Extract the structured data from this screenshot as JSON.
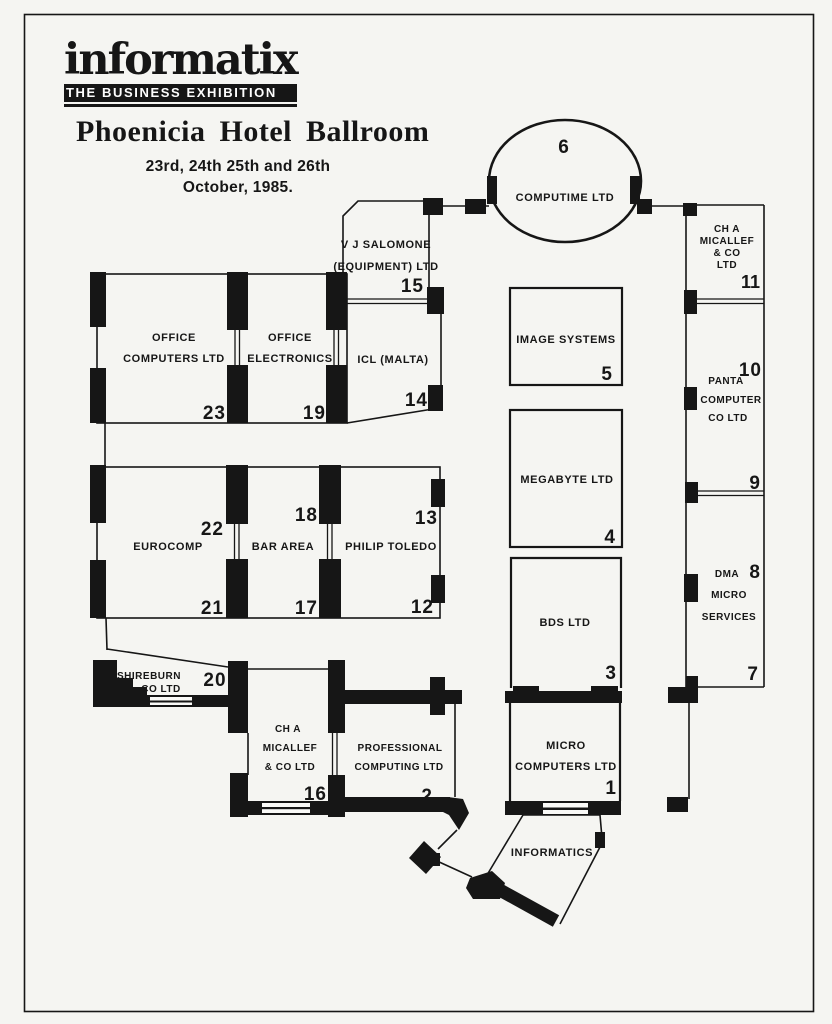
{
  "header": {
    "logo": "informatix",
    "banner": "THE BUSINESS EXHIBITION",
    "title": "Phoenicia Hotel Ballroom",
    "dates1": "23rd, 24th 25th and 26th",
    "dates2": "October, 1985."
  },
  "colors": {
    "ink": "#161616",
    "paper": "#f5f5f2"
  },
  "booths": {
    "computime": {
      "name": "COMPUTIME LTD",
      "num": "6"
    },
    "salomone": {
      "name1": "V J SALOMONE",
      "name2": "(EQUIPMENT) LTD",
      "num": "15"
    },
    "office_computers": {
      "name1": "OFFICE",
      "name2": "COMPUTERS LTD",
      "num": "23"
    },
    "office_electronics": {
      "name1": "OFFICE",
      "name2": "ELECTRONICS",
      "num": "19"
    },
    "icl_malta": {
      "name": "ICL (MALTA)",
      "num": "14"
    },
    "image_systems": {
      "name": "IMAGE SYSTEMS",
      "num": "5"
    },
    "megabyte": {
      "name": "MEGABYTE LTD",
      "num": "4"
    },
    "bds": {
      "name": "BDS LTD",
      "num": "3"
    },
    "micro_computers": {
      "name1": "MICRO",
      "name2": "COMPUTERS LTD",
      "num": "1"
    },
    "eurocomp": {
      "name": "EUROCOMP",
      "num_top": "22",
      "num_bottom": "21"
    },
    "bar_area": {
      "name": "BAR AREA",
      "num_top": "18",
      "num_bottom": "17"
    },
    "philip_toledo": {
      "name": "PHILIP TOLEDO",
      "num_top": "13",
      "num_bottom": "12"
    },
    "micallef_north": {
      "name1": "CH A",
      "name2": "MICALLEF",
      "name3": "& CO",
      "name4": "LTD",
      "num": "11"
    },
    "panta": {
      "name1": "PANTA",
      "name2": "COMPUTER",
      "name3": "CO LTD",
      "num_top": "10",
      "num_bottom": "9"
    },
    "dma": {
      "name1": "DMA",
      "name2": "MICRO",
      "name3": "SERVICES",
      "num_top": "8",
      "num_bottom": "7"
    },
    "shireburn": {
      "name1": "SHIREBURN",
      "name2": "CO LTD",
      "num": "20"
    },
    "micallef_south": {
      "name1": "CH A",
      "name2": "MICALLEF",
      "name3": "& CO LTD",
      "num": "16"
    },
    "professional_computing": {
      "name1": "PROFESSIONAL",
      "name2": "COMPUTING LTD",
      "num": "2"
    },
    "informatics": {
      "name": "INFORMATICS"
    }
  }
}
